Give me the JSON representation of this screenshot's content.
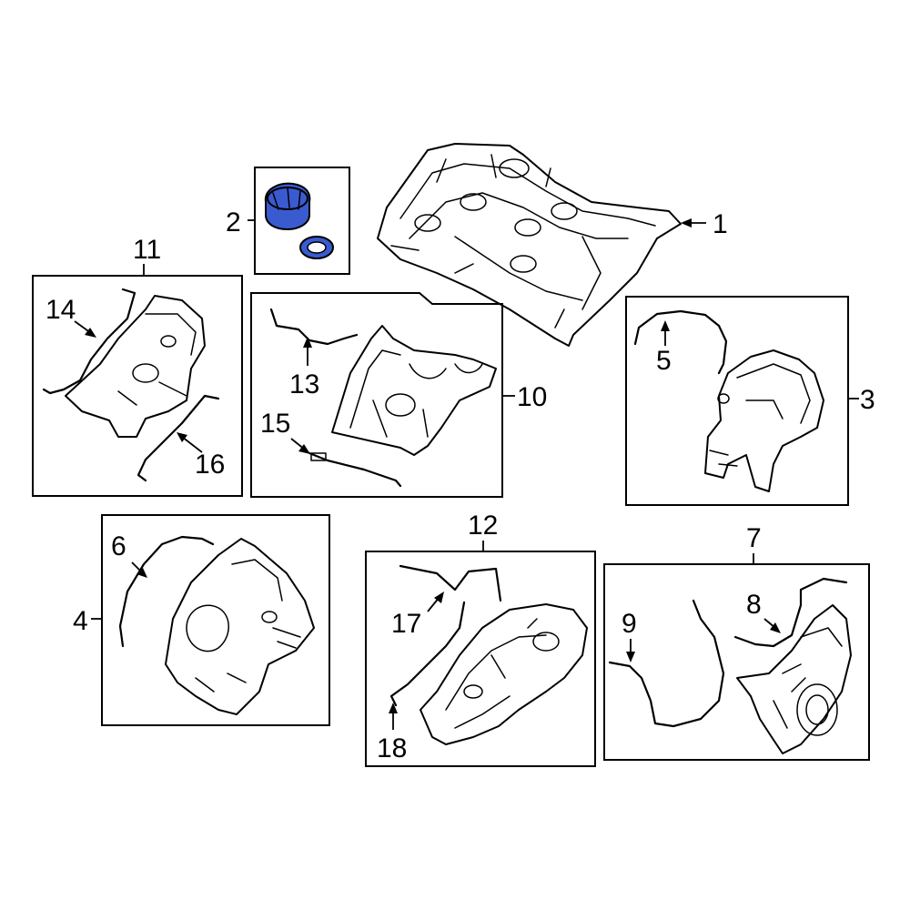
{
  "callouts": {
    "c1": "1",
    "c2": "2",
    "c3": "3",
    "c4": "4",
    "c5": "5",
    "c6": "6",
    "c7": "7",
    "c8": "8",
    "c9": "9",
    "c10": "10",
    "c11": "11",
    "c12": "12",
    "c13": "13",
    "c14": "14",
    "c15": "15",
    "c16": "16",
    "c17": "17",
    "c18": "18"
  },
  "colors": {
    "highlight": "#3a5bd0",
    "line": "#000000",
    "background": "#ffffff"
  },
  "highlighted_parts": [
    "2"
  ]
}
